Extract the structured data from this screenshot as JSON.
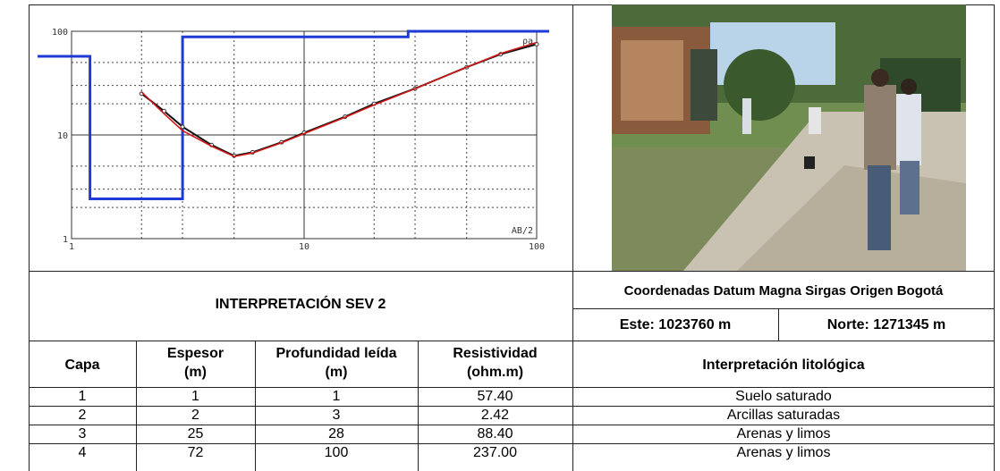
{
  "chart_data": {
    "type": "line",
    "title": "",
    "xlabel": "AB/2",
    "ylabel": "ρa",
    "x_scale": "log",
    "y_scale": "log",
    "xlim": [
      1,
      100
    ],
    "ylim": [
      1,
      100
    ],
    "x_ticks": [
      "1",
      "10",
      "100"
    ],
    "y_ticks": [
      "1",
      "10",
      "100"
    ],
    "grid": true,
    "series": [
      {
        "kind": "measured",
        "x": [
          2,
          2.5,
          3,
          4,
          5,
          6,
          8,
          10,
          15,
          20,
          30,
          50,
          70,
          100
        ],
        "y": [
          25,
          17,
          12,
          8,
          6.3,
          6.8,
          8.5,
          10.5,
          15,
          20,
          28,
          45,
          60,
          75
        ]
      },
      {
        "kind": "model",
        "x": [
          2,
          2.5,
          3,
          4,
          5,
          6,
          8,
          10,
          15,
          20,
          30,
          50,
          70,
          100
        ],
        "y": [
          26,
          16,
          11,
          7.8,
          6.2,
          6.7,
          8.4,
          10.3,
          14.8,
          19.5,
          28,
          45,
          61,
          78
        ]
      },
      {
        "kind": "layered-model",
        "x": [
          1,
          1,
          1.2,
          1.2,
          2.0,
          3.0,
          3.0,
          28,
          28,
          100
        ],
        "y": [
          57.4,
          57.4,
          57.4,
          2.42,
          2.42,
          2.42,
          88.4,
          88.4,
          100,
          100
        ]
      }
    ]
  },
  "interpretation_title": "INTERPRETACIÓN SEV 2",
  "coords": {
    "title": "Coordenadas Datum Magna Sirgas Origen Bogotá",
    "este": "Este: 1023760 m",
    "norte": "Norte: 1271345 m"
  },
  "table": {
    "headers": {
      "capa": "Capa",
      "espesor_1": "Espesor",
      "espesor_2": "(m)",
      "prof_1": "Profundidad leída",
      "prof_2": "(m)",
      "res_1": "Resistividad",
      "res_2": "(ohm.m)",
      "interp": "Interpretación litológica"
    },
    "rows": [
      {
        "capa": "1",
        "espesor": "1",
        "prof": "1",
        "res": "57.40",
        "interp": "Suelo saturado"
      },
      {
        "capa": "2",
        "espesor": "2",
        "prof": "3",
        "res": "2.42",
        "interp": "Arcillas saturadas"
      },
      {
        "capa": "3",
        "espesor": "25",
        "prof": "28",
        "res": "88.40",
        "interp": "Arenas y limos"
      },
      {
        "capa": "4",
        "espesor": "72",
        "prof": "100",
        "res": "237.00",
        "interp": "Arenas y limos"
      }
    ]
  }
}
